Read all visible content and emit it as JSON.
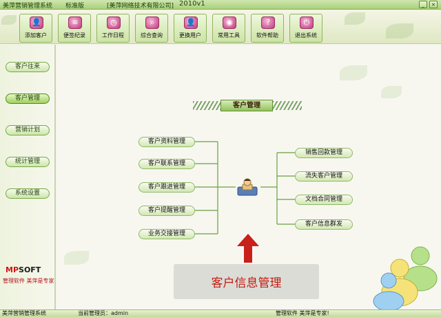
{
  "window": {
    "app_name": "美萍营销管理系统",
    "edition": "标准版",
    "company": "[美萍网络技术有限公司]",
    "version": "2010v1",
    "minimize": "_",
    "close": "×"
  },
  "toolbar": {
    "items": [
      {
        "label": "添加客户",
        "icon": "add-customer-icon",
        "glyph": "👤"
      },
      {
        "label": "便签纪录",
        "icon": "notes-icon",
        "glyph": "≡"
      },
      {
        "label": "工作日程",
        "icon": "calendar-icon",
        "glyph": "◷"
      },
      {
        "label": "综合查询",
        "icon": "search-icon",
        "glyph": "⌕"
      },
      {
        "label": "更换用户",
        "icon": "switch-user-icon",
        "glyph": "👤"
      },
      {
        "label": "常用工具",
        "icon": "tools-icon",
        "glyph": "◉"
      },
      {
        "label": "软件帮助",
        "icon": "help-icon",
        "glyph": "?"
      },
      {
        "label": "退出系统",
        "icon": "exit-icon",
        "glyph": "⏻"
      }
    ]
  },
  "sidebar": {
    "items": [
      {
        "label": "客户往来",
        "active": false
      },
      {
        "label": "客户管理",
        "active": true
      },
      {
        "label": "营销计划",
        "active": false
      },
      {
        "label": "统计管理",
        "active": false
      },
      {
        "label": "系统设置",
        "active": false
      }
    ],
    "logo_mp": "MP",
    "logo_soft": "SOFT",
    "logo_subtitle": "管理软件 美萍是专家"
  },
  "main": {
    "section_title": "客户管理",
    "left_nodes": [
      "客户资料管理",
      "客户联系管理",
      "客户跟进管理",
      "客户提醒管理",
      "业务交接管理"
    ],
    "right_nodes": [
      "销售回款管理",
      "流失客户管理",
      "文档合同管理",
      "客户信息群发"
    ],
    "callout": "客户信息管理"
  },
  "statusbar": {
    "app_name": "美萍营销管理系统",
    "current_admin": "当前管理员：admin",
    "slogan": "管理软件 美萍是专家!"
  },
  "colors": {
    "accent_green": "#9fd05e",
    "callout_red": "#c41a10",
    "arrow_red": "#c8201a"
  }
}
